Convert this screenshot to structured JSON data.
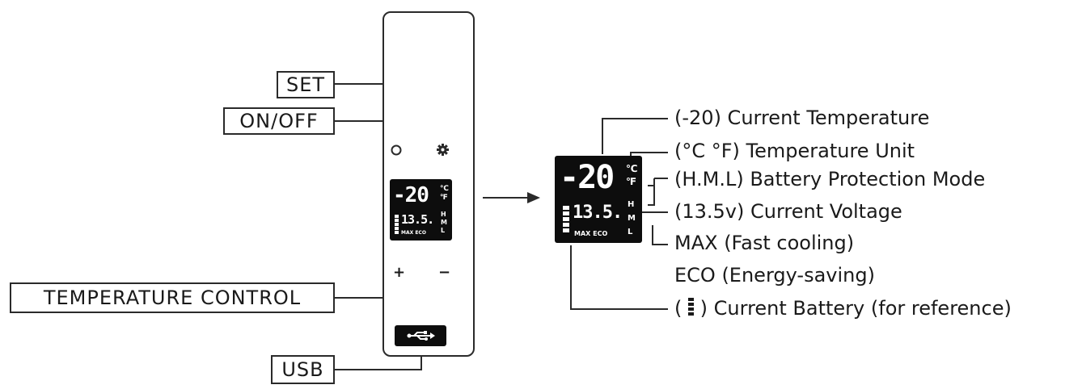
{
  "callouts": {
    "set": "SET",
    "onoff": "ON/OFF",
    "temperature_control": "TEMPERATURE CONTROL",
    "usb": "USB"
  },
  "panel": {
    "plus": "+",
    "minus": "−",
    "usb_symbol": "⭠⟶"
  },
  "display": {
    "temperature": "-20",
    "unit_c": "℃",
    "unit_f": "℉",
    "voltage": "13.5.",
    "mode_h": "H",
    "mode_m": "M",
    "mode_l": "L",
    "modes": "MAX ECO",
    "battery_level": 5
  },
  "legend": {
    "current_temperature": "(-20) Current Temperature",
    "temperature_unit": "(°C °F) Temperature Unit",
    "battery_protection": "(H.M.L) Battery Protection Mode",
    "current_voltage": "(13.5v) Current Voltage",
    "max_mode": "MAX (Fast cooling)",
    "eco_mode": "ECO (Energy-saving)",
    "battery_open": "(",
    "battery_text": ") Current Battery (for reference)"
  },
  "icons": {
    "onoff": "circle-icon",
    "set": "gear-icon",
    "usb": "usb-icon",
    "arrow": "arrow-right-icon"
  }
}
